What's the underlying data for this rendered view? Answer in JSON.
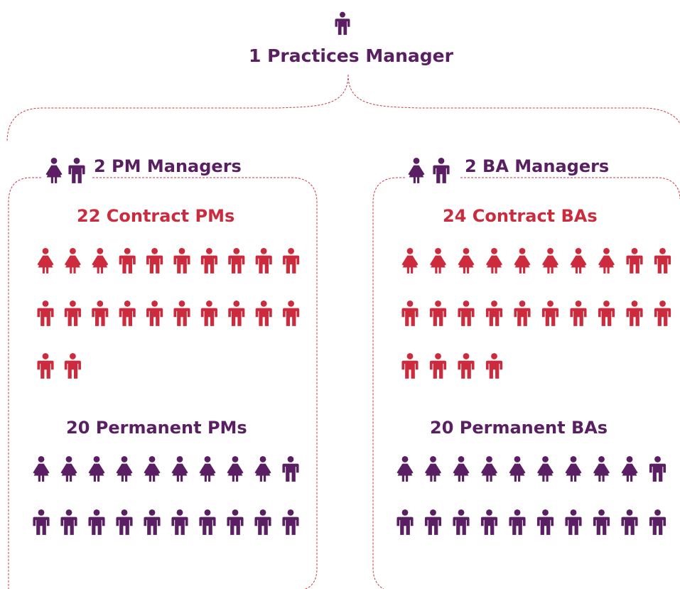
{
  "colors": {
    "purple": "#5a1e62",
    "red": "#cc2b3d",
    "line": "#c23b4a"
  },
  "top": {
    "label": "1 Practices Manager",
    "icon": "male-person-icon"
  },
  "practices": [
    {
      "key": "pm",
      "managers_label": "2 PM Managers",
      "manager_icons": [
        "female-person-icon",
        "male-person-icon"
      ],
      "contract": {
        "label": "22 Contract PMs",
        "female": 3,
        "male": 19
      },
      "permanent": {
        "label": "20 Permanent PMs",
        "female": 9,
        "male": 11
      }
    },
    {
      "key": "ba",
      "managers_label": "2 BA Managers",
      "manager_icons": [
        "female-person-icon",
        "male-person-icon"
      ],
      "contract": {
        "label": "24 Contract BAs",
        "female": 8,
        "male": 16
      },
      "permanent": {
        "label": "20 Permanent BAs",
        "female": 9,
        "male": 11
      }
    }
  ]
}
